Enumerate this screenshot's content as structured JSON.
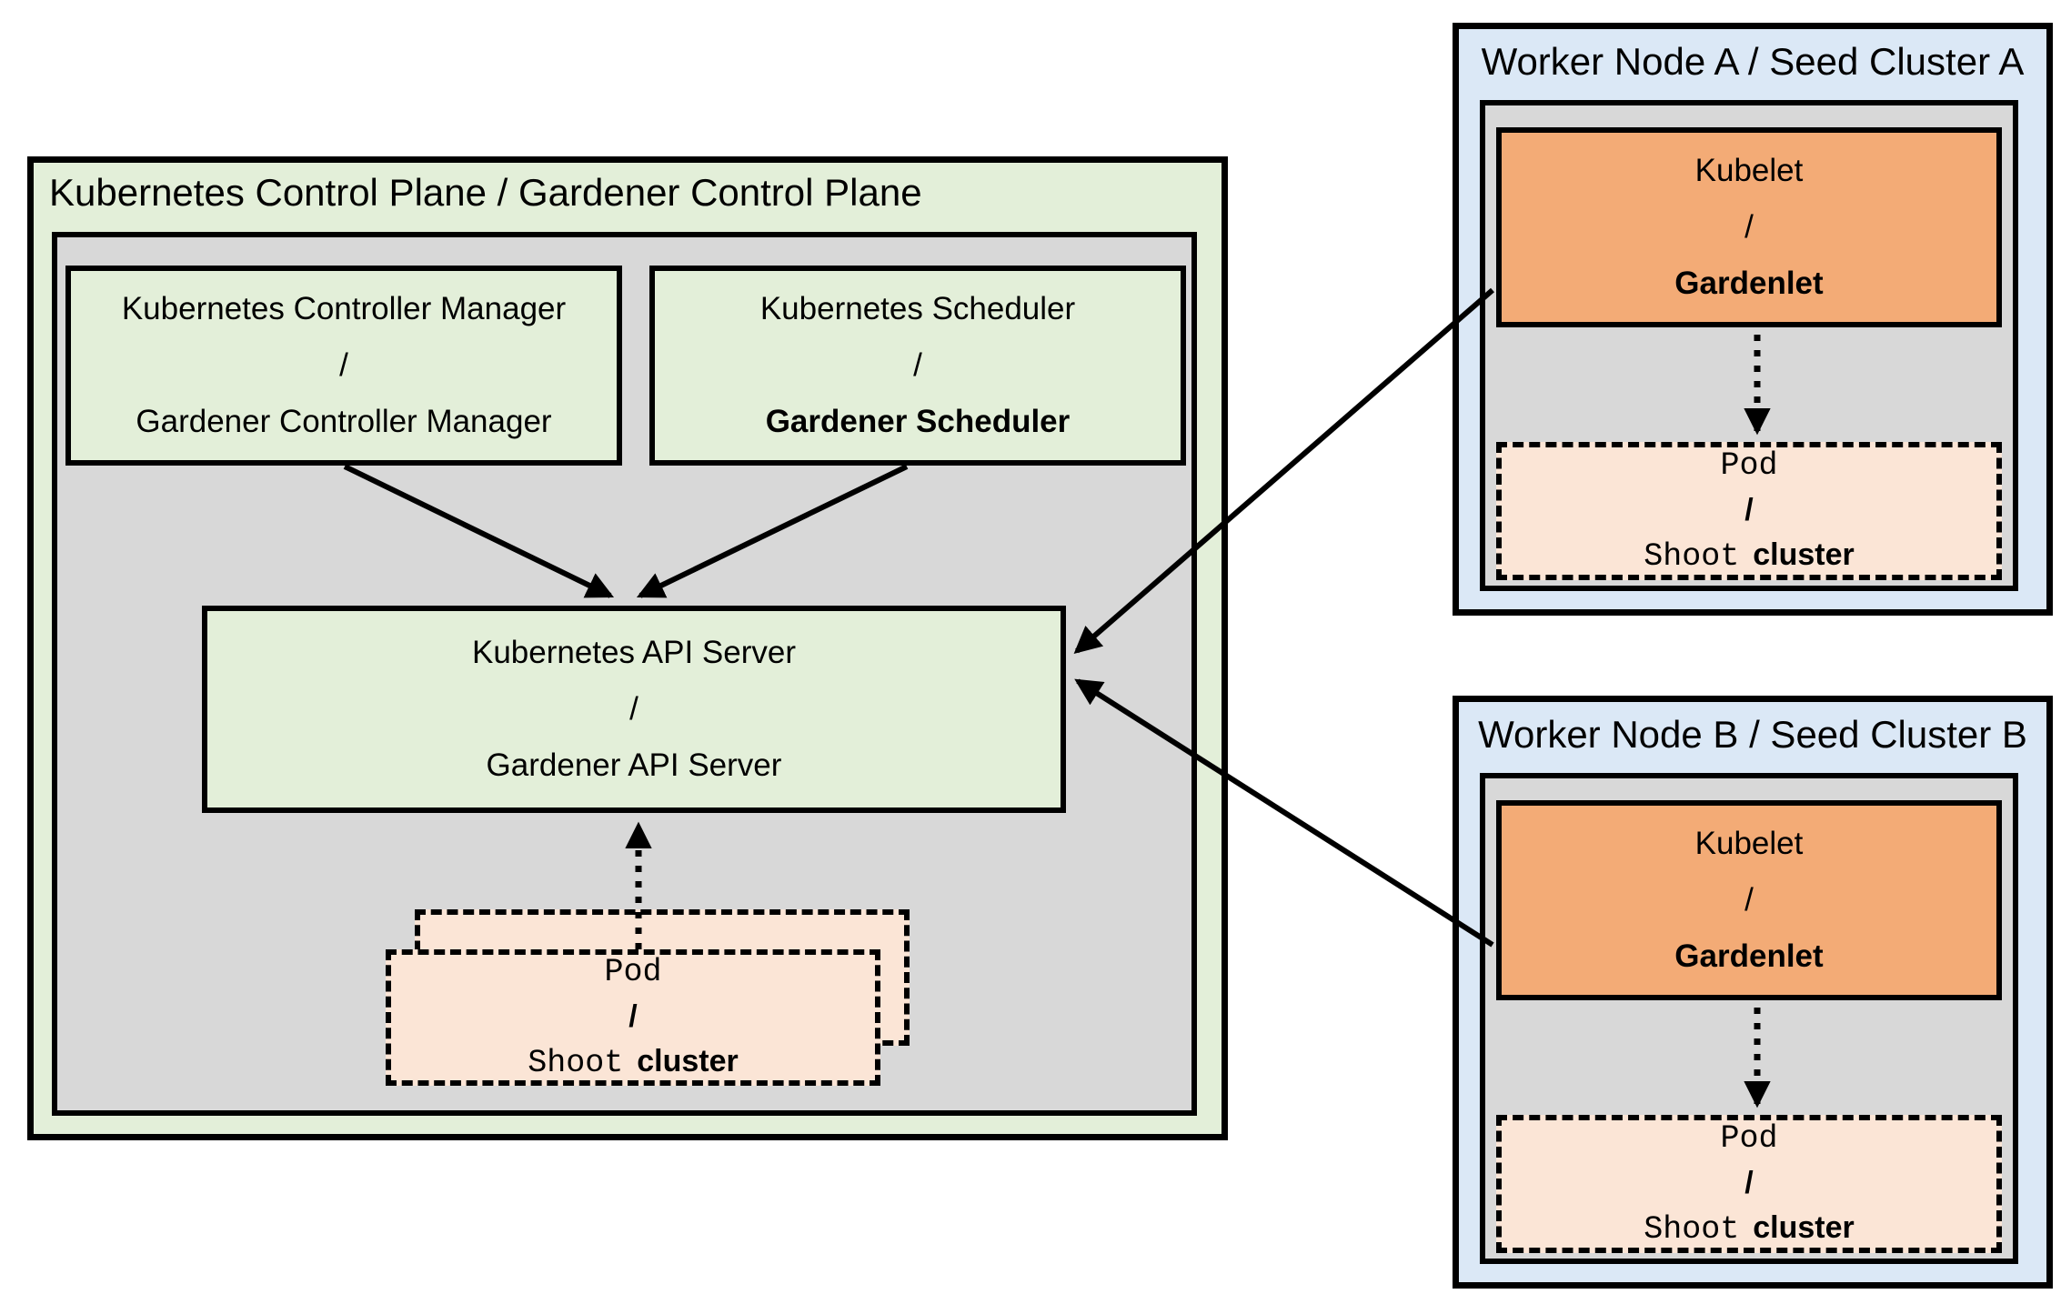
{
  "colors": {
    "container_green": "#e3efd9",
    "panel_gray": "#d8d8d8",
    "node_blue": "#dbe8f6",
    "kubelet_orange": "#f3ab76",
    "pod_peach": "#fbe5d6",
    "line_black": "#000000"
  },
  "control_plane": {
    "title": "Kubernetes Control Plane / Gardener Control Plane",
    "controller_manager": {
      "line1": "Kubernetes Controller Manager",
      "line2": "/",
      "line3": "Gardener Controller Manager"
    },
    "scheduler": {
      "line1": "Kubernetes Scheduler",
      "line2": "/",
      "line3": "Gardener Scheduler"
    },
    "api_server": {
      "line1": "Kubernetes API Server",
      "line2": "/",
      "line3": "Gardener API Server"
    },
    "pod_stack": {
      "line1": "Pod",
      "line2": "/",
      "line3_mono": "Shoot",
      "line3_sans": "cluster"
    }
  },
  "worker_node_a": {
    "title": "Worker Node A / Seed Cluster A",
    "kubelet": {
      "line1": "Kubelet",
      "line2": "/",
      "line3": "Gardenlet"
    },
    "pod": {
      "line1": "Pod",
      "line2": "/",
      "line3_mono": "Shoot",
      "line3_sans": "cluster"
    }
  },
  "worker_node_b": {
    "title": "Worker Node B / Seed Cluster B",
    "kubelet": {
      "line1": "Kubelet",
      "line2": "/",
      "line3": "Gardenlet"
    },
    "pod": {
      "line1": "Pod",
      "line2": "/",
      "line3_mono": "Shoot",
      "line3_sans": "cluster"
    }
  }
}
